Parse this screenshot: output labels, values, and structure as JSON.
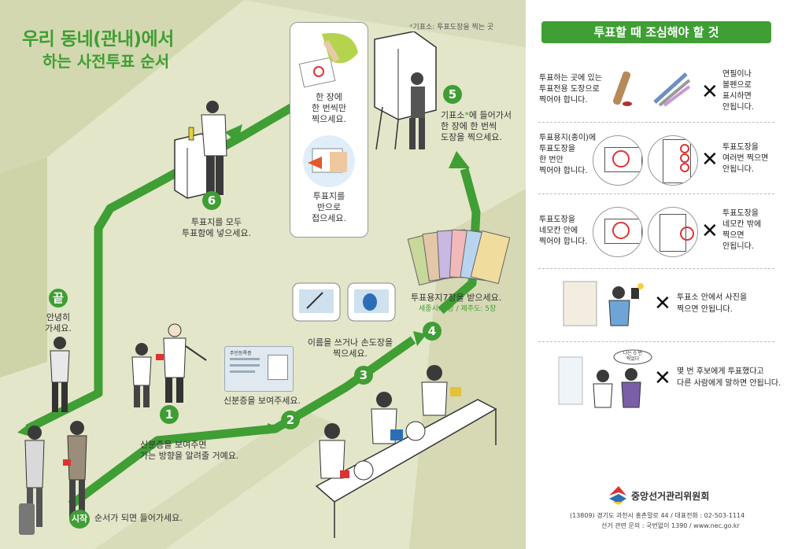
{
  "left": {
    "title_line1": "우리 동네(관내)에서",
    "title_line2": "하는 사전투표 순서",
    "note_star": "*",
    "note_text": "기표소: 투표도장을 찍는 곳",
    "start_badge": "시작",
    "start_text": "순서가 되면 들어가세요.",
    "end_badge": "끝",
    "end_text_1": "안녕히",
    "end_text_2": "가세요.",
    "steps": [
      {
        "num": "1",
        "line1": "신분증을 보여주면",
        "line2": "가는 방향을 알려줄 거예요."
      },
      {
        "num": "2",
        "line1": "신분증을 보여주세요."
      },
      {
        "num": "3",
        "line1": "이름을 쓰거나 손도장을",
        "line2": "찍으세요."
      },
      {
        "num": "4",
        "line1": "투표용지7장을 받으세요.",
        "sub": "세종시: 4장 / 제주도: 5장"
      },
      {
        "num": "5",
        "line1_a": "기표소",
        "line1_star": "*",
        "line1_b": "에 들어가서",
        "line2": "한 장에 한 번씩",
        "line3": "도장을 찍으세요."
      },
      {
        "num": "6",
        "line1": "투표지를 모두",
        "line2": "투표함에 넣으세요."
      }
    ],
    "bubble_top": [
      "한 장에",
      "한 번씩만",
      "찍으세요."
    ],
    "bubble_bottom": [
      "투표지를",
      "반으로",
      "접으세요."
    ],
    "id_card_title": "주민등록증"
  },
  "right": {
    "header": "투표할 때 조심해야 할 것",
    "rows": [
      {
        "left": [
          "투표하는 곳에 있는",
          "투표전용 도장으로",
          "찍어야 합니다."
        ],
        "mark": "✕",
        "right": [
          "연필이나",
          "볼펜으로",
          "표시하면",
          "안됩니다."
        ]
      },
      {
        "left": [
          "투표용지(종이)에",
          "투표도장을",
          "한 번만",
          "찍어야 합니다."
        ],
        "mark": "✕",
        "right": [
          "투표도장을",
          "여러번 찍으면",
          "안됩니다."
        ]
      },
      {
        "left": [
          "투표도장을",
          "네모칸 안에",
          "찍어야 합니다."
        ],
        "mark": "✕",
        "right": [
          "투표도장을",
          "네모칸 밖에",
          "찍으면",
          "안됩니다."
        ]
      },
      {
        "mark": "✕",
        "right": [
          "투표소 안에서 사진을",
          "찍으면 안됩니다."
        ]
      },
      {
        "mark": "✕",
        "right": [
          "몇 번 후보에게 투표했다고",
          "다른 사람에게 말하면 안됩니다."
        ],
        "speech": [
          "나는 0 번",
          "찍었다"
        ]
      }
    ],
    "org_name": "중앙선거관리위원회",
    "address": "(13809) 경기도 과천시 홍촌말로 44 / 대표전화 : 02-503-1114",
    "contact": "선거 관련 문의 : 국번없이 1390 / www.nec.go.kr"
  },
  "colors": {
    "accent": "#3f9e34",
    "panel_bg": "#e3e6c9"
  }
}
